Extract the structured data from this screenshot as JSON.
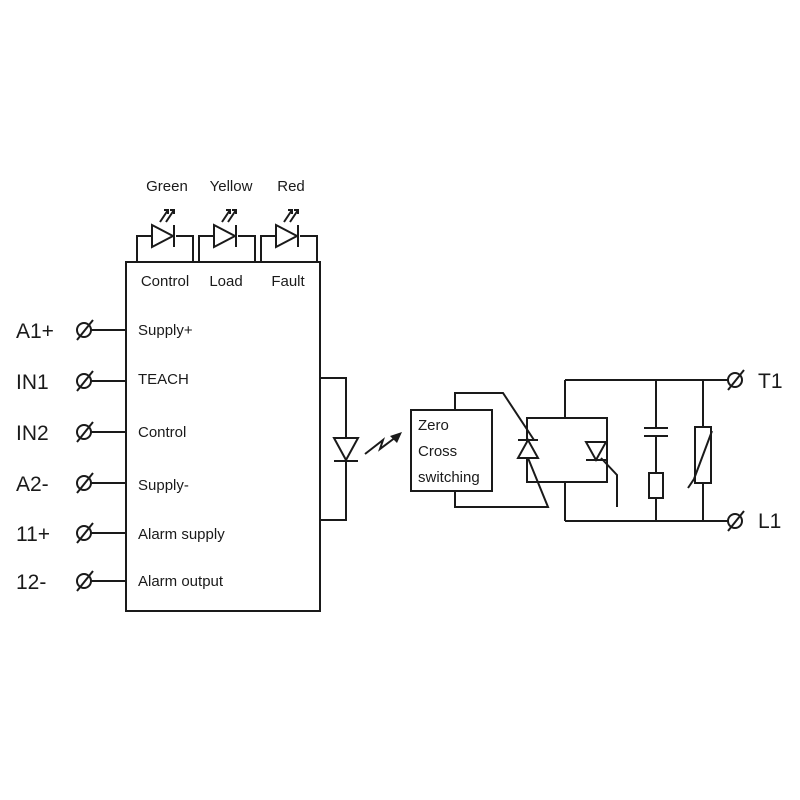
{
  "leds": [
    {
      "color": "Green",
      "function": "Control"
    },
    {
      "color": "Yellow",
      "function": "Load"
    },
    {
      "color": "Red",
      "function": "Fault"
    }
  ],
  "inputs": [
    {
      "terminal": "A1+",
      "signal": "Supply+"
    },
    {
      "terminal": "IN1",
      "signal": "TEACH"
    },
    {
      "terminal": "IN2",
      "signal": "Control"
    },
    {
      "terminal": "A2-",
      "signal": "Supply-"
    },
    {
      "terminal": "11+",
      "signal": "Alarm supply"
    },
    {
      "terminal": "12-",
      "signal": "Alarm output"
    }
  ],
  "zero_cross": {
    "line1": "Zero",
    "line2": "Cross",
    "line3": "switching"
  },
  "outputs": {
    "top": "T1",
    "bottom": "L1"
  }
}
